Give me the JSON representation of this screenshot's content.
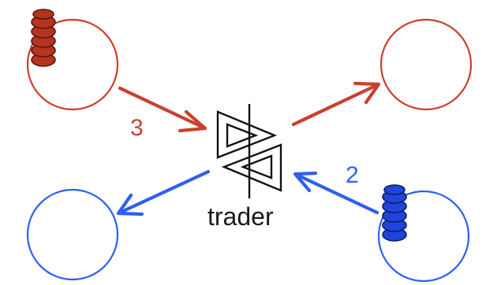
{
  "transition": {
    "label": "trader",
    "icon": "bowtie-exchange-icon"
  },
  "places": {
    "top_left": {
      "color": "#cc3e2e",
      "tokens": 5
    },
    "top_right": {
      "color": "#cc3e2e",
      "tokens": 0
    },
    "bottom_left": {
      "color": "#2f5ff0",
      "tokens": 0
    },
    "bottom_right": {
      "color": "#2f5ff0",
      "tokens": 5
    }
  },
  "arcs": {
    "red_in": {
      "weight": "3"
    },
    "red_out": {
      "weight": ""
    },
    "blue_in": {
      "weight": "2"
    },
    "blue_out": {
      "weight": ""
    }
  }
}
